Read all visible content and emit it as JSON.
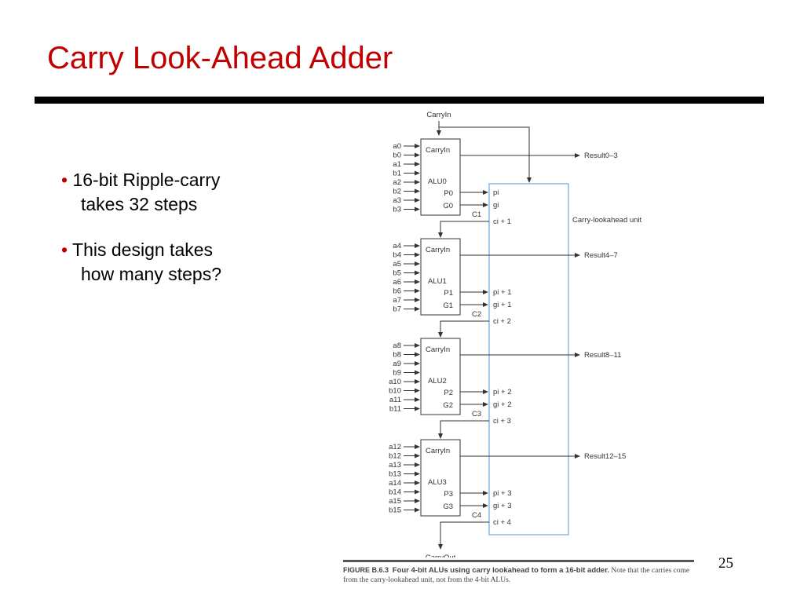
{
  "slide": {
    "title": "Carry Look-Ahead Adder",
    "page_number": "25",
    "bullets": [
      {
        "line1": "16-bit Ripple-carry",
        "line2": "takes 32 steps"
      },
      {
        "line1": "This design takes",
        "line2": "how many steps?"
      }
    ]
  },
  "diagram": {
    "carry_in_label": "CarryIn",
    "carry_out_label": "CarryOut",
    "cla_label": "Carry-lookahead unit",
    "alus": [
      {
        "name": "ALU0",
        "carryin": "CarryIn",
        "p": "P0",
        "g": "G0",
        "c": "C1",
        "inputs": [
          "a0",
          "b0",
          "a1",
          "b1",
          "a2",
          "b2",
          "a3",
          "b3"
        ],
        "result": "Result0–3",
        "pi": "pi",
        "gi": "gi",
        "ci": "ci + 1"
      },
      {
        "name": "ALU1",
        "carryin": "CarryIn",
        "p": "P1",
        "g": "G1",
        "c": "C2",
        "inputs": [
          "a4",
          "b4",
          "a5",
          "b5",
          "a6",
          "b6",
          "a7",
          "b7"
        ],
        "result": "Result4–7",
        "pi": "pi + 1",
        "gi": "gi + 1",
        "ci": "ci + 2"
      },
      {
        "name": "ALU2",
        "carryin": "CarryIn",
        "p": "P2",
        "g": "G2",
        "c": "C3",
        "inputs": [
          "a8",
          "b8",
          "a9",
          "b9",
          "a10",
          "b10",
          "a11",
          "b11"
        ],
        "result": "Result8–11",
        "pi": "pi + 2",
        "gi": "gi + 2",
        "ci": "ci + 3"
      },
      {
        "name": "ALU3",
        "carryin": "CarryIn",
        "p": "P3",
        "g": "G3",
        "c": "C4",
        "inputs": [
          "a12",
          "b12",
          "a13",
          "b13",
          "a14",
          "b14",
          "a15",
          "b15"
        ],
        "result": "Result12–15",
        "pi": "pi + 3",
        "gi": "gi + 3",
        "ci": "ci + 4"
      }
    ]
  },
  "caption": {
    "figure": "FIGURE B.6.3",
    "title": "Four 4-bit ALUs using carry lookahead to form a 16-bit adder.",
    "text": "Note that the carries come from the carry-lookahead unit, not from the 4-bit ALUs."
  }
}
